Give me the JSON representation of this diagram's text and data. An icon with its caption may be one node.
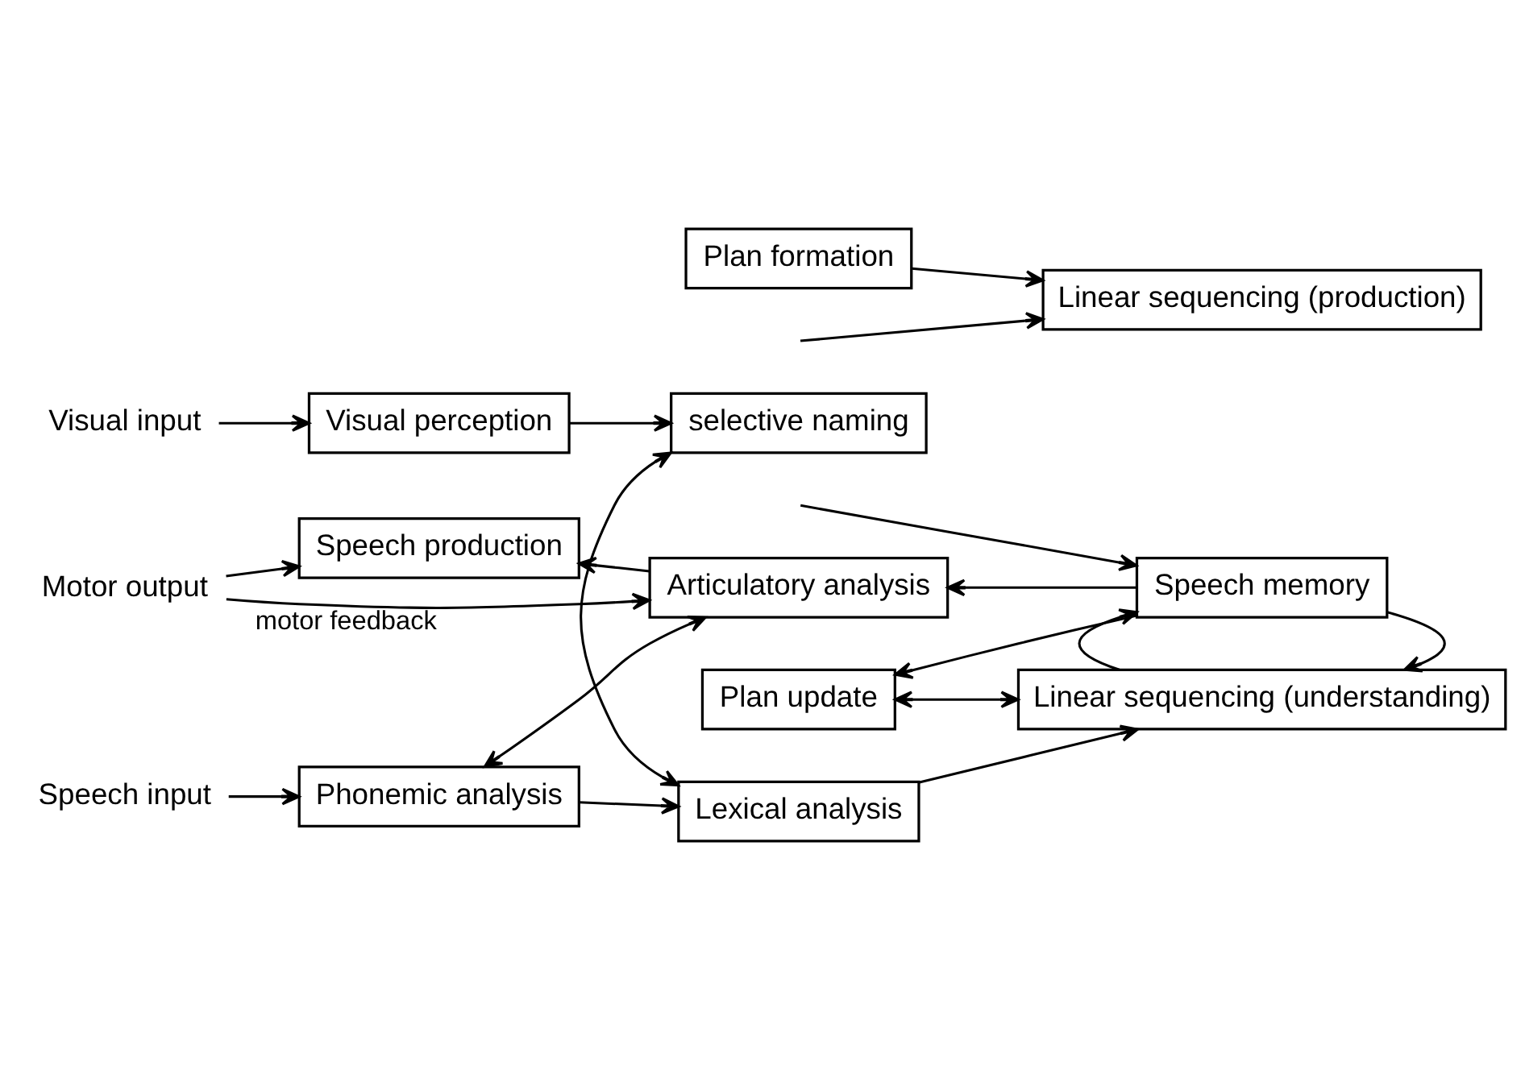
{
  "diagram": {
    "nodes": [
      {
        "text": [
          "Visual input"
        ]
      },
      {
        "text": [
          "Visual perception"
        ]
      },
      {
        "text": [
          "selective naming"
        ]
      },
      {
        "text": [
          "Speech input"
        ]
      },
      {
        "text": [
          "Phonemic analysis"
        ]
      },
      {
        "text": [
          "Lexical analysis"
        ]
      },
      {
        "text": [
          "Speech memory"
        ]
      },
      {
        "text": [
          "Motor output"
        ]
      },
      {
        "text": [
          "Speech production"
        ]
      },
      {
        "text": [
          "Articulatory analysis"
        ]
      },
      {
        "text": [
          "Plan update"
        ]
      },
      {
        "text": [
          "Linear sequencing (understanding)"
        ]
      },
      {
        "text": [
          "Plan formation"
        ]
      },
      {
        "text": [
          "Linear sequencing (production)"
        ]
      }
    ],
    "edges": [
      {
        "from": 0,
        "to": 1,
        "arrow": "to"
      },
      {
        "from": 1,
        "to": 2,
        "arrow": "to"
      },
      {
        "from": 2,
        "to": 5,
        "arrow": "both"
      },
      {
        "from": 3,
        "to": 4,
        "arrow": "to"
      },
      {
        "from": 4,
        "to": 5,
        "arrow": "to"
      },
      {
        "from": 4,
        "to": 9,
        "arrow": "both"
      },
      {
        "from": 7,
        "to": 8,
        "arrow": "to"
      },
      {
        "from": 9,
        "to": 8,
        "arrow": "to"
      },
      {
        "from": 7,
        "to": 9,
        "arrow": "to",
        "label": "motor feedback"
      },
      {
        "from": 6,
        "to": 9,
        "arrow": "to"
      },
      {
        "from": 5,
        "to": 11,
        "arrow": "to"
      },
      {
        "from": 6,
        "to": 11,
        "arrow": "to"
      },
      {
        "from": 11,
        "to": 6,
        "arrow": "to"
      },
      {
        "from": 6,
        "to": 10,
        "arrow": "to"
      },
      {
        "from": null,
        "to": 6,
        "arrow": "to"
      },
      {
        "from": 10,
        "to": 11,
        "arrow": "both"
      },
      {
        "from": 12,
        "to": 13,
        "arrow": "to"
      },
      {
        "from": null,
        "to": 13,
        "arrow": "to"
      }
    ]
  }
}
